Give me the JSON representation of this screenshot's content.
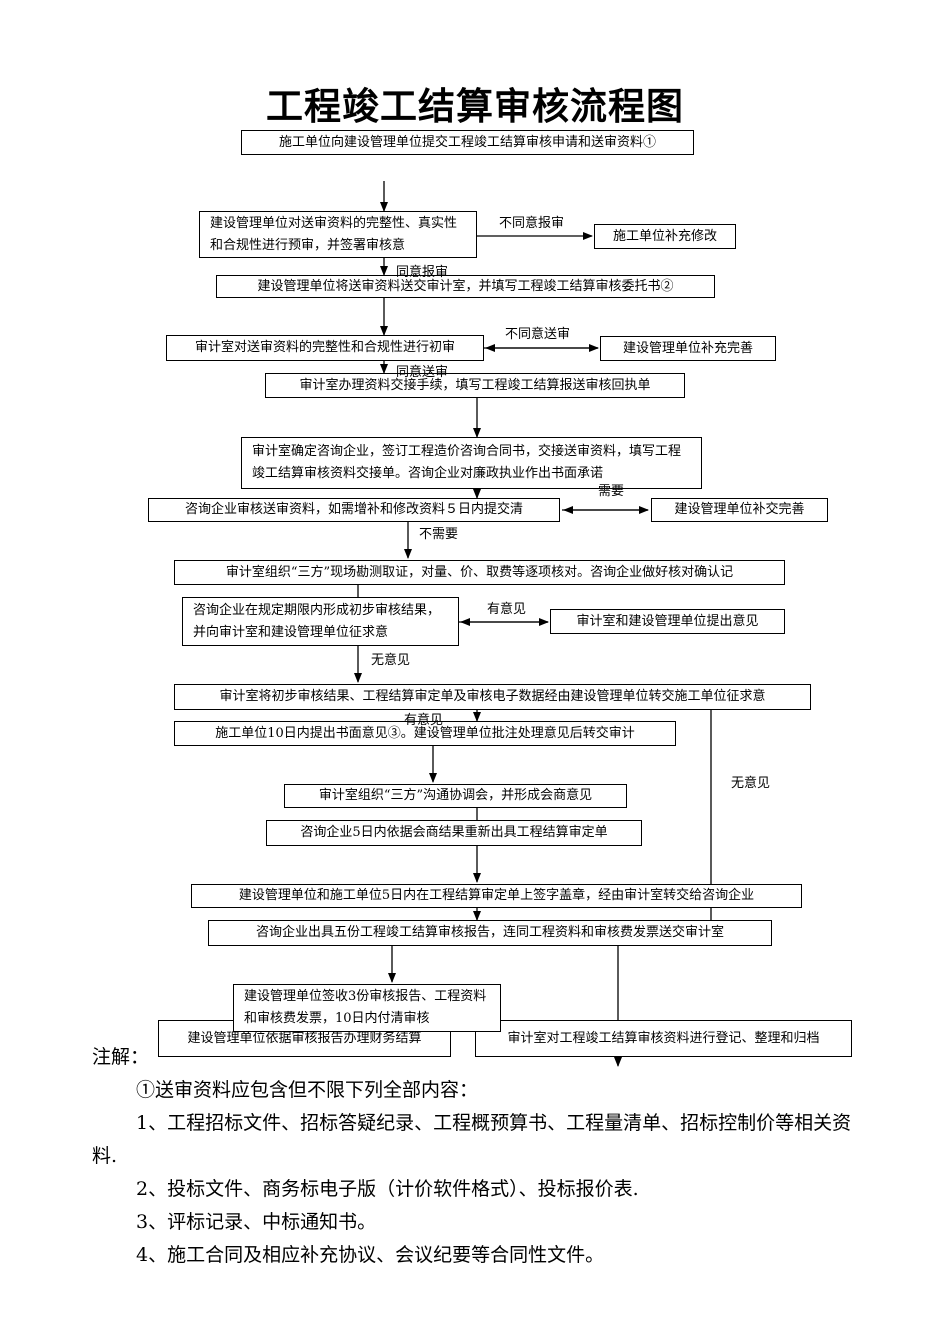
{
  "title": "工程竣工结算审核流程图",
  "boxes": {
    "b1": "施工单位向建设管理单位提交工程竣工结算审核申请和送审资料①",
    "b2": "建设管理单位对送审资料的完整性、真实性和合规性进行预审，并签署审核意",
    "b2r": "施工单位补充修改",
    "b3": "建设管理单位将送审资料送交审计室，并填写工程竣工结算审核委托书②",
    "b4": "审计室对送审资料的完整性和合规性进行初审",
    "b4r": "建设管理单位补充完善",
    "b5": "审计室办理资料交接手续，填写工程竣工结算报送审核回执单",
    "b6": "审计室确定咨询企业，签订工程造价咨询合同书，交接送审资料，填写工程竣工结算审核资料交接单。咨询企业对廉政执业作出书面承诺",
    "b7": "咨询企业审核送审资料，如需增补和修改资料５日内提交清",
    "b7r": "建设管理单位补交完善",
    "b8": "审计室组织“三方”现场勘测取证，对量、价、取费等逐项核对。咨询企业做好核对确认记",
    "b9": "咨询企业在规定期限内形成初步审核结果，并向审计室和建设管理单位征求意",
    "b9r": "审计室和建设管理单位提出意见",
    "b10": "审计室将初步审核结果、工程结算审定单及审核电子数据经由建设管理单位转交施工单位征求意",
    "b11": "施工单位10日内提出书面意见③。建设管理单位批注处理意见后转交审计",
    "b12": "审计室组织“三方”沟通协调会，并形成会商意见",
    "b13": "咨询企业5日内依据会商结果重新出具工程结算审定单",
    "b14": "建设管理单位和施工单位5日内在工程结算审定单上签字盖章，经由审计室转交给咨询企业",
    "b15": "咨询企业出具五份工程竣工结算审核报告，连同工程资料和审核费发票送交审计室",
    "b16": "建设管理单位签收3份审核报告、工程资料和审核费发票，10日内付清审核",
    "b17": "建设管理单位依据审核报告办理财务结算",
    "b18": "审计室对工程竣工结算审核资料进行登记、整理和归档"
  },
  "labels": {
    "disagree_report": "不同意报审",
    "agree_report": "同意报审",
    "disagree_send": "不同意送审",
    "agree_send": "同意送审",
    "need": "需要",
    "no_need": "不需要",
    "has_opinion_1": "有意见",
    "no_opinion_1": "无意见",
    "has_opinion_2": "有意见",
    "no_opinion_2": "无意见"
  },
  "notes": {
    "heading": "注解：",
    "intro": "①送审资料应包含但不限下列全部内容：",
    "item1": "1、工程招标文件、招标答疑纪录、工程概预算书、工程量清单、招标控制价等相关资料.",
    "item2": "2、投标文件、商务标电子版（计价软件格式）、投标报价表.",
    "item3": "3、评标记录、中标通知书。",
    "item4": "4、施工合同及相应补充协议、会议纪要等合同性文件。"
  }
}
